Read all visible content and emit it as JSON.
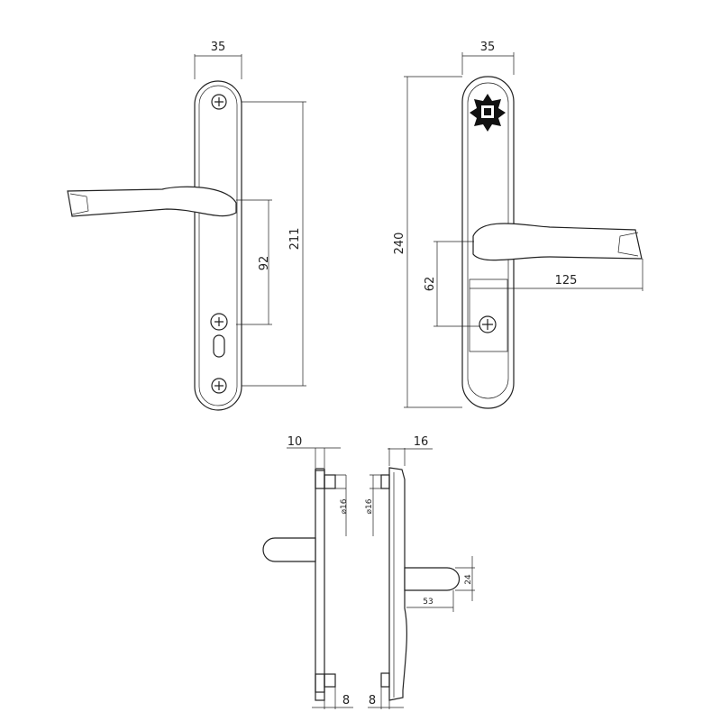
{
  "dimensions": {
    "front_width": "35",
    "front_screw_centres": "211",
    "front_handle_to_cylinder": "92",
    "back_width": "35",
    "back_height": "240",
    "back_handle_to_cylinder": "62",
    "back_handle_projection": "125",
    "side_left_thickness": "10",
    "side_left_boss_diameter": "⌀16",
    "side_left_boss_depth": "8",
    "side_right_thickness": "16",
    "side_right_boss_diameter": "⌀16",
    "side_right_boss_depth": "8",
    "side_handle_thickness": "24",
    "side_handle_projection": "53"
  },
  "colors": {
    "line": "#222222",
    "background": "#ffffff"
  }
}
